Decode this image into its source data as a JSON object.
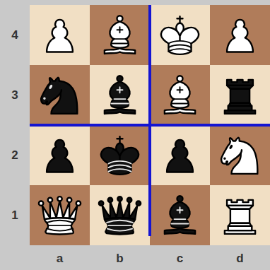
{
  "diagram": {
    "labels": [
      "4",
      "3",
      "2",
      "1",
      "a",
      "b",
      "c",
      "d"
    ]
  }
}
